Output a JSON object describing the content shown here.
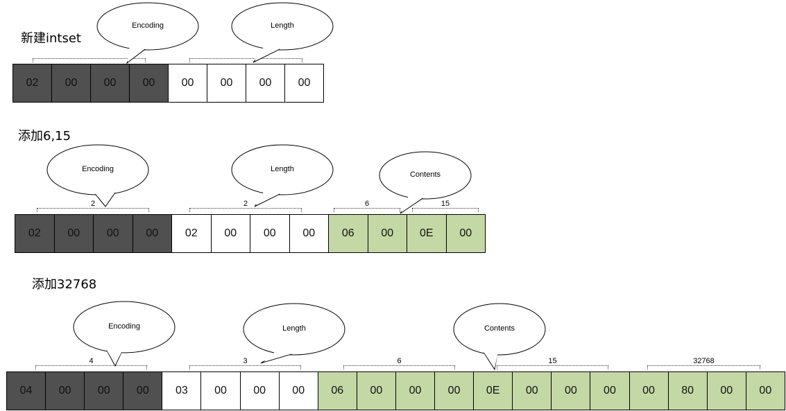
{
  "sections": [
    {
      "title": "新建intset",
      "bytes": [
        "02",
        "00",
        "00",
        "00",
        "00",
        "00",
        "00",
        "00"
      ],
      "fills": [
        "dark",
        "dark",
        "dark",
        "dark",
        "white",
        "white",
        "white",
        "white"
      ],
      "brackets": [
        {
          "name": "encoding-bracket",
          "label": ""
        },
        {
          "name": "length-bracket",
          "label": ""
        }
      ],
      "bubbles": [
        {
          "name": "encoding-callout",
          "text": "Encoding"
        },
        {
          "name": "length-callout",
          "text": "Length"
        }
      ]
    },
    {
      "title": "添加6,15",
      "bytes": [
        "02",
        "00",
        "00",
        "00",
        "02",
        "00",
        "00",
        "00",
        "06",
        "00",
        "0E",
        "00"
      ],
      "fills": [
        "dark",
        "dark",
        "dark",
        "dark",
        "white",
        "white",
        "white",
        "white",
        "green",
        "green",
        "green",
        "green"
      ],
      "brackets": [
        {
          "name": "encoding-bracket",
          "label": "2"
        },
        {
          "name": "length-bracket",
          "label": "2"
        },
        {
          "name": "content-6-bracket",
          "label": "6"
        },
        {
          "name": "content-15-bracket",
          "label": "15"
        }
      ],
      "bubbles": [
        {
          "name": "encoding-callout",
          "text": "Encoding"
        },
        {
          "name": "length-callout",
          "text": "Length"
        },
        {
          "name": "contents-callout",
          "text": "Contents"
        }
      ]
    },
    {
      "title": "添加32768",
      "bytes": [
        "04",
        "00",
        "00",
        "00",
        "03",
        "00",
        "00",
        "00",
        "06",
        "00",
        "00",
        "00",
        "0E",
        "00",
        "00",
        "00",
        "00",
        "80",
        "00",
        "00"
      ],
      "fills": [
        "dark",
        "dark",
        "dark",
        "dark",
        "white",
        "white",
        "white",
        "white",
        "green",
        "green",
        "green",
        "green",
        "green",
        "green",
        "green",
        "green",
        "green",
        "green",
        "green",
        "green"
      ],
      "brackets": [
        {
          "name": "encoding-bracket",
          "label": "4"
        },
        {
          "name": "length-bracket",
          "label": "3"
        },
        {
          "name": "content-6-bracket",
          "label": "6"
        },
        {
          "name": "content-15-bracket",
          "label": "15"
        },
        {
          "name": "content-32768-bracket",
          "label": "32768"
        }
      ],
      "bubbles": [
        {
          "name": "encoding-callout",
          "text": "Encoding"
        },
        {
          "name": "length-callout",
          "text": "Length"
        },
        {
          "name": "contents-callout",
          "text": "Contents"
        }
      ]
    }
  ],
  "colors": {
    "dark": "#505050",
    "white": "#ffffff",
    "green": "#c4d8a6"
  }
}
